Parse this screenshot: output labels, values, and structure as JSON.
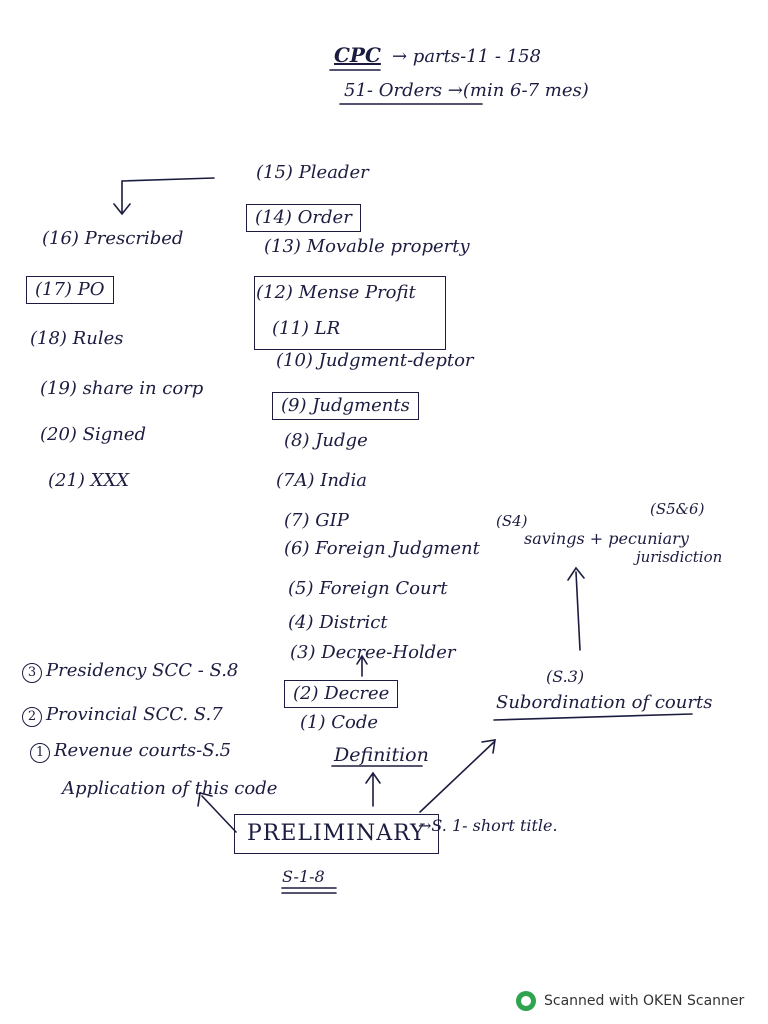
{
  "header": {
    "cpc": "CPC",
    "parts": "→ parts-11 - 158",
    "orders": "51- Orders →(min 6-7 mes)"
  },
  "definitions_left": [
    "(16) Prescribed",
    "(17) PO",
    "(18) Rules",
    "(19) share in corp",
    "(20) Signed",
    "(21) XXX"
  ],
  "definitions_main": [
    "(15) Pleader",
    "(14) Order",
    "(13) Movable property",
    "(12) Mense Profit",
    "(11) LR",
    "(10) Judgment-deptor",
    "(9) Judgments",
    "(8) Judge",
    "(7A) India",
    "(7) GIP",
    "(6) Foreign Judgment",
    "(5) Foreign Court",
    "(4) District",
    "(3) Decree-Holder",
    "(2) Decree",
    "(1) Code"
  ],
  "definition_heading": "Definition",
  "left_branch": {
    "items": [
      {
        "num": "3",
        "text": "Presidency SCC - S.8"
      },
      {
        "num": "2",
        "text": "Provincial SCC. S.7"
      },
      {
        "num": "1",
        "text": "Revenue courts-S.5"
      }
    ],
    "heading": "Application of this code"
  },
  "right_branch": {
    "sec_36": "(S4)",
    "sec_56": "(S5&6)",
    "savings": "savings + pecuniary",
    "jurisdiction": "jurisdiction",
    "sec_3": "(S.3)",
    "subordination": "Subordination of courts"
  },
  "preliminary": {
    "label": "PRELIMINARY",
    "range": "S-1-8",
    "short_title": "→S. 1- short title."
  },
  "watermark": "Scanned with OKEN Scanner",
  "colors": {
    "ink": "#1c1c40",
    "brand": "#2ea44f"
  }
}
